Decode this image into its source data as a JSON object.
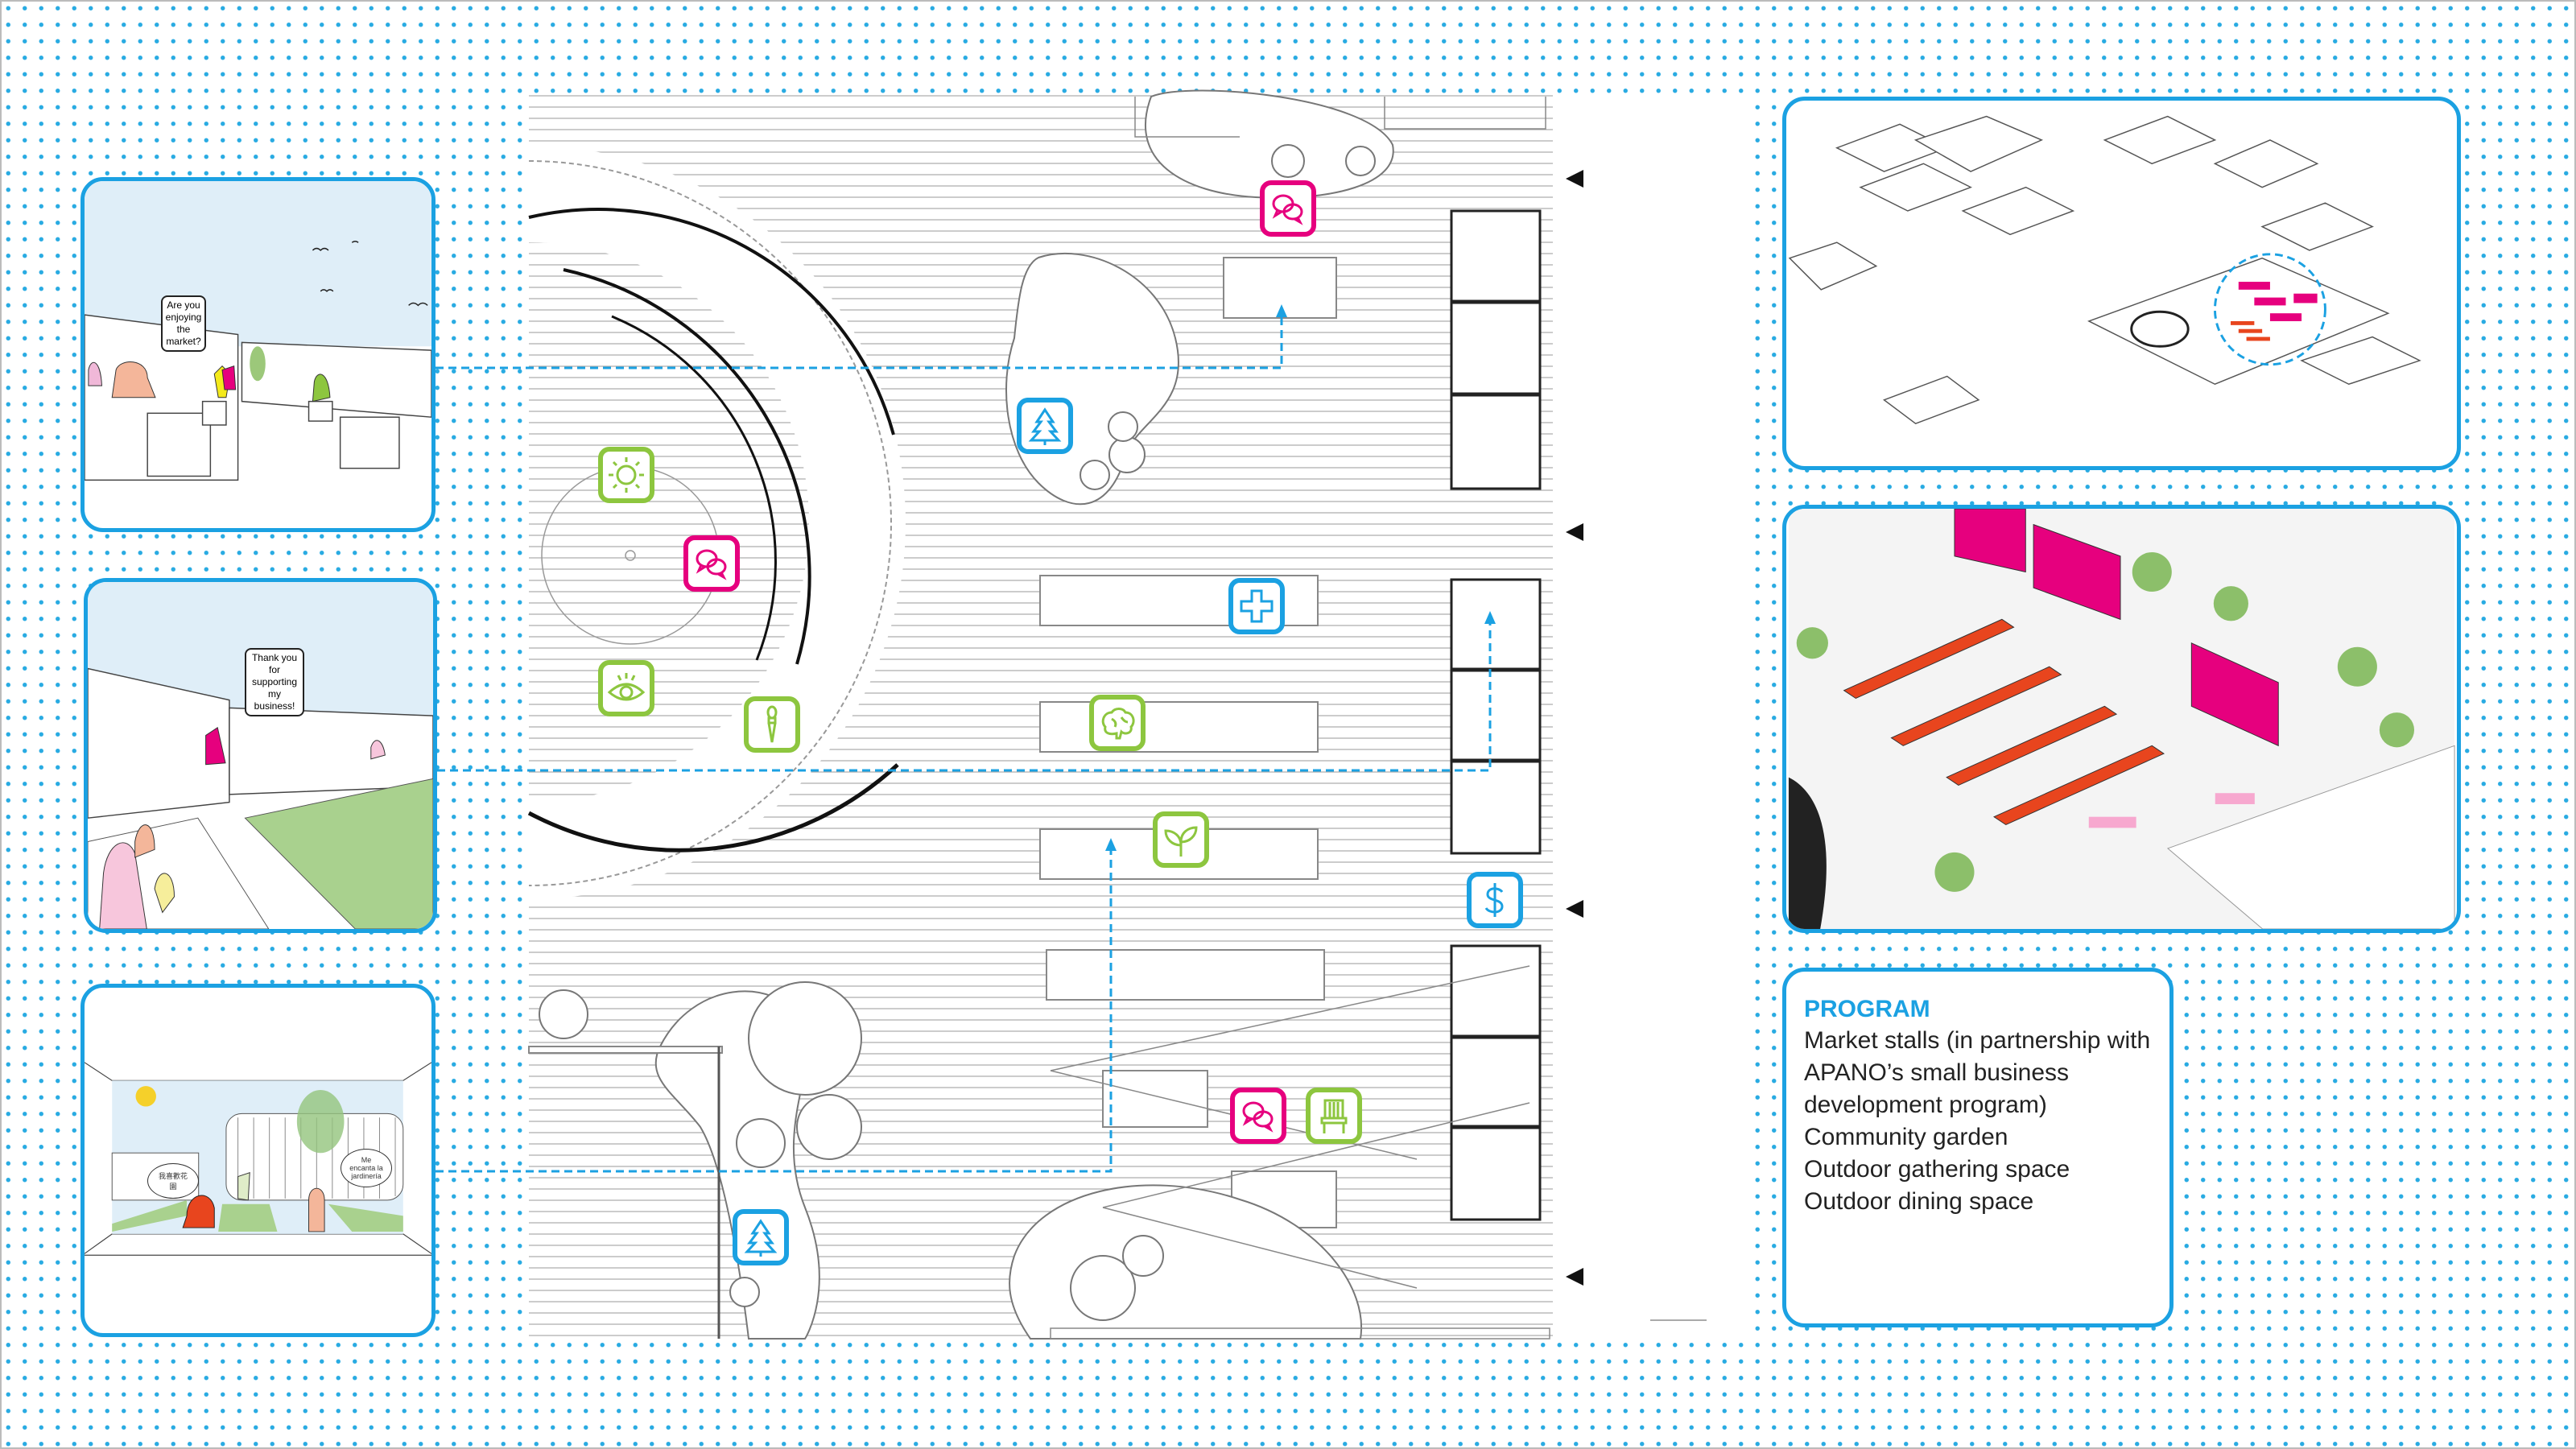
{
  "colors": {
    "accent_blue": "#1ba1e2",
    "green": "#8dc63f",
    "magenta": "#e6007e",
    "dots": "#29abe2"
  },
  "vignettes": [
    {
      "speech": "Are you enjoying the market?"
    },
    {
      "speech": "Thank you for supporting my business!"
    },
    {
      "thought_left": "我喜歡花園",
      "thought_right": "Me encanta la jardinería"
    }
  ],
  "program": {
    "title": "PROGRAM",
    "items": [
      "Market stalls (in partnership with APANO’s small business development program)",
      "Community garden",
      "Outdoor gathering space",
      "Outdoor dining space"
    ]
  },
  "plan_icons": [
    {
      "name": "conversation-icon",
      "color": "magenta"
    },
    {
      "name": "tree-icon",
      "color": "blue"
    },
    {
      "name": "sun-icon",
      "color": "green"
    },
    {
      "name": "conversation-icon",
      "color": "magenta"
    },
    {
      "name": "health-plus-icon",
      "color": "blue"
    },
    {
      "name": "eye-icon",
      "color": "green"
    },
    {
      "name": "paintbrush-icon",
      "color": "green"
    },
    {
      "name": "brain-icon",
      "color": "green"
    },
    {
      "name": "sprout-icon",
      "color": "green"
    },
    {
      "name": "dollar-icon",
      "color": "blue"
    },
    {
      "name": "conversation-icon",
      "color": "magenta"
    },
    {
      "name": "chair-icon",
      "color": "green"
    },
    {
      "name": "tree-icon",
      "color": "blue"
    }
  ]
}
